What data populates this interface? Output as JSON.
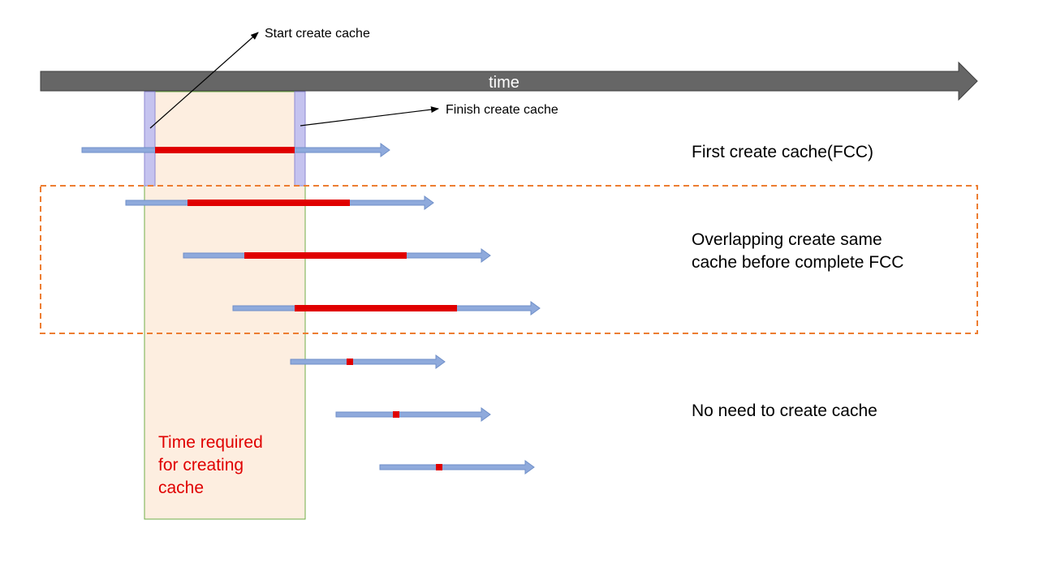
{
  "labels": {
    "time_axis": "time",
    "start_create_cache": "Start create cache",
    "finish_create_cache": "Finish create cache",
    "first_create_cache": "First create cache(FCC)",
    "overlapping_line1": "Overlapping create same",
    "overlapping_line2": "cache before complete FCC",
    "no_need": "No need to create cache",
    "time_required_line1": "Time required",
    "time_required_line2": "for creating",
    "time_required_line3": "cache"
  },
  "colors": {
    "axis_arrow": "#666666",
    "request_arrow": "#8faadc",
    "create_segment": "#e00000",
    "highlight_region": "#fdeee0",
    "highlight_border": "#70ad47",
    "marker_box": "#c5c3ef",
    "group_border": "#ed7d31",
    "time_required_text": "#e00000"
  }
}
